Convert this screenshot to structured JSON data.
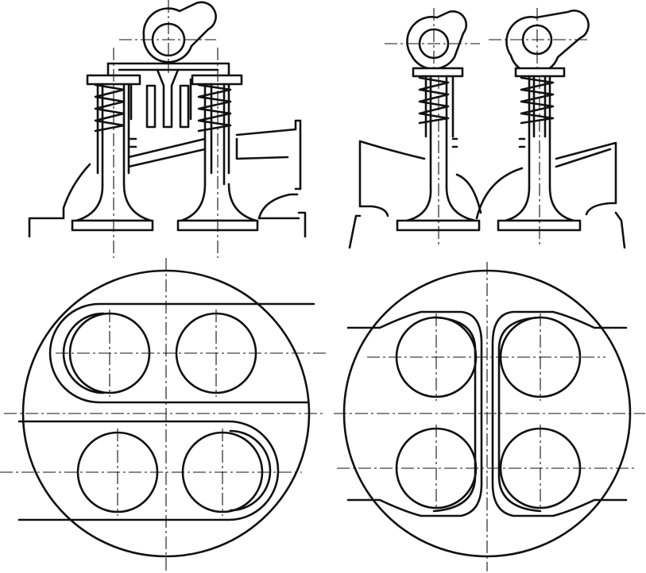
{
  "figure": {
    "panels": [
      {
        "id": "side-view-left",
        "kind": "valve-train-section"
      },
      {
        "id": "side-view-right",
        "kind": "valve-train-section"
      },
      {
        "id": "top-view-left",
        "kind": "port-layout",
        "valve_count": 4
      },
      {
        "id": "top-view-right",
        "kind": "port-layout",
        "valve_count": 4
      }
    ],
    "line_color": "#111111",
    "background": "#ffffff"
  }
}
